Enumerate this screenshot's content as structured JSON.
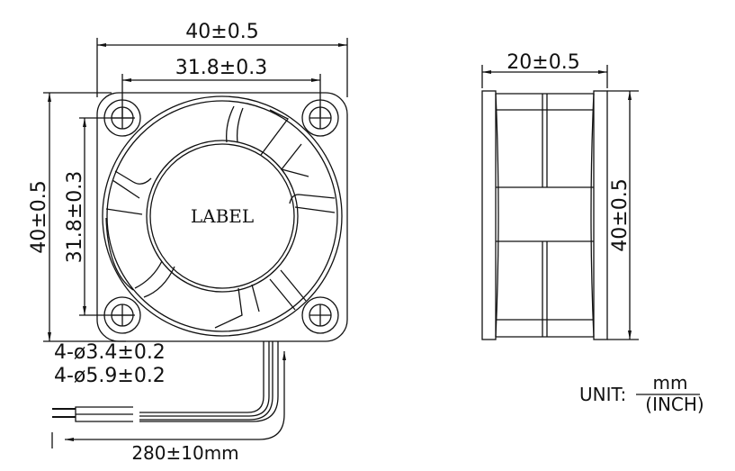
{
  "drawing": {
    "title": "40x40x20 mm fan dimension drawing",
    "front_view": {
      "width_dim": "40±0.5",
      "hole_spacing_h_dim": "31.8±0.3",
      "height_dim": "40±0.5",
      "hole_spacing_v_dim": "31.8±0.3",
      "hub_label": "LABEL",
      "hole_note_1": "4-ø3.4±0.2",
      "hole_note_2": "4-ø5.9±0.2",
      "lead_length": "280±10mm"
    },
    "side_view": {
      "depth_dim": "20±0.5",
      "height_dim": "40±0.5"
    },
    "unit": {
      "prefix": "UNIT:",
      "primary": "mm",
      "secondary": "(INCH)"
    }
  }
}
